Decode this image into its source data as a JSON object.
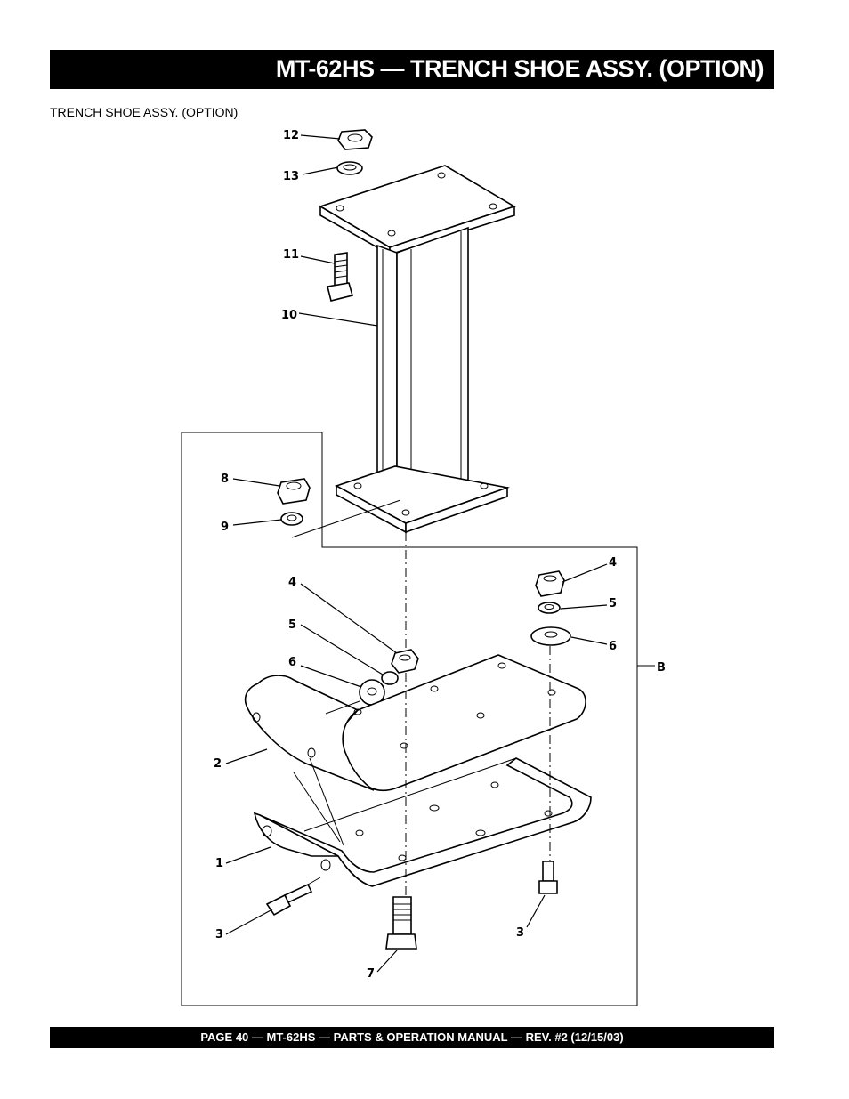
{
  "header": {
    "title": "MT-62HS — TRENCH SHOE ASSY. (OPTION)"
  },
  "diagram": {
    "subtitle": "TRENCH SHOE ASSY. (OPTION)",
    "callouts": {
      "c12": "12",
      "c13": "13",
      "c11": "11",
      "c10": "10",
      "c8": "8",
      "c9": "9",
      "c4a": "4",
      "c5a": "5",
      "c6a": "6",
      "c4b": "4",
      "c5b": "5",
      "c6b": "6",
      "cB": "B",
      "c2": "2",
      "c1": "1",
      "c3a": "3",
      "c3b": "3",
      "c7": "7"
    }
  },
  "footer": {
    "text": "PAGE 40 — MT-62HS  — PARTS & OPERATION MANUAL — REV. #2 (12/15/03)"
  }
}
